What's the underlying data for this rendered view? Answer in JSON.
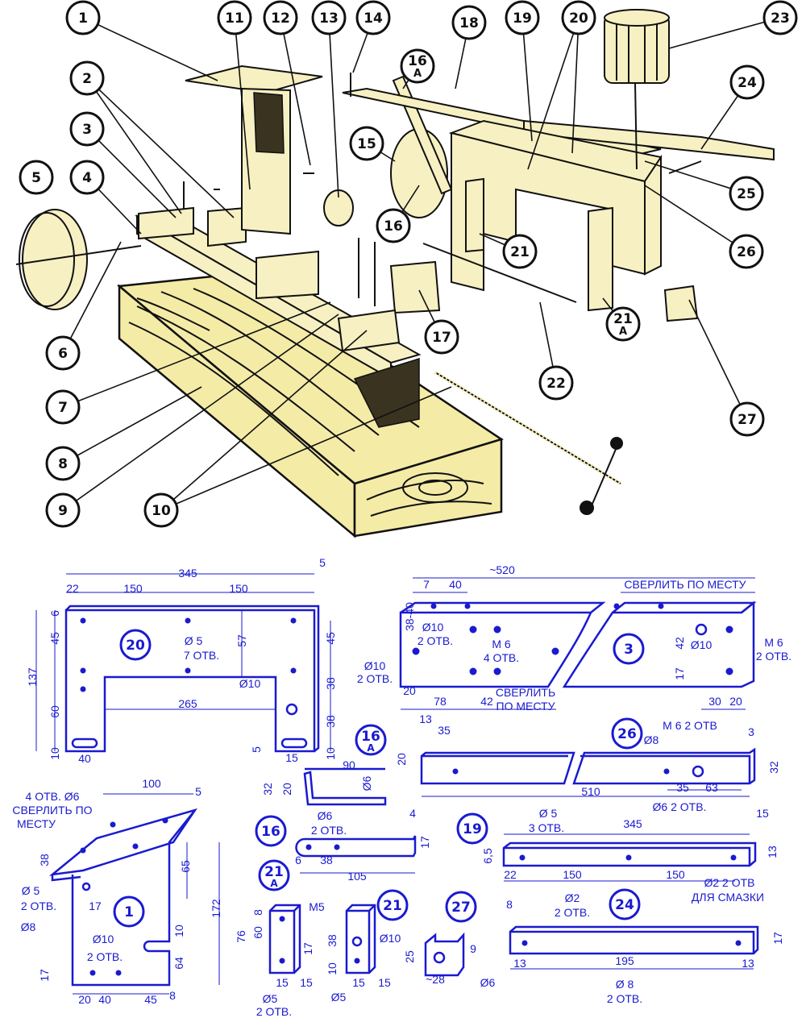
{
  "colors": {
    "ink": "#111111",
    "wood": "#f4eba6",
    "blueprint": "#1a1ad0"
  },
  "callouts": [
    {
      "num": "1"
    },
    {
      "num": "11"
    },
    {
      "num": "12"
    },
    {
      "num": "13"
    },
    {
      "num": "14"
    },
    {
      "num": "18"
    },
    {
      "num": "19"
    },
    {
      "num": "20"
    },
    {
      "num": "23"
    },
    {
      "num": "16",
      "sub": "A"
    },
    {
      "num": "2"
    },
    {
      "num": "24"
    },
    {
      "num": "3"
    },
    {
      "num": "15"
    },
    {
      "num": "5"
    },
    {
      "num": "4"
    },
    {
      "num": "25"
    },
    {
      "num": "16"
    },
    {
      "num": "21"
    },
    {
      "num": "26"
    },
    {
      "num": "17"
    },
    {
      "num": "6"
    },
    {
      "num": "21",
      "sub": "A"
    },
    {
      "num": "22"
    },
    {
      "num": "7"
    },
    {
      "num": "27"
    },
    {
      "num": "8"
    },
    {
      "num": "9"
    },
    {
      "num": "10"
    }
  ],
  "parts": {
    "p20": {
      "id": "20",
      "labels": [
        "345",
        "5",
        "22",
        "150",
        "150",
        "137",
        "6",
        "45",
        "60",
        "10",
        "Ø 5",
        "7 ОТВ.",
        "57",
        "Ø10",
        "265",
        "45",
        "38",
        "38",
        "10",
        "5",
        "15",
        "40"
      ]
    },
    "p3": {
      "id": "3",
      "labels": [
        "~520",
        "7",
        "40",
        "СВЕРЛИТЬ ПО МЕСТУ",
        "38-40",
        "Ø10",
        "2 ОТВ.",
        "M 6",
        "4 ОТВ.",
        "Ø10",
        "2 ОТВ.",
        "20",
        "78",
        "42",
        "СВЕРЛИТЬ",
        "ПО МЕСТУ",
        "42",
        "17",
        "Ø10",
        "M 6",
        "2 ОТВ.",
        "30",
        "20"
      ]
    },
    "p26": {
      "id": "26",
      "labels": [
        "13",
        "35",
        "20",
        "M 6  2 ОТВ",
        "Ø8",
        "3",
        "32",
        "510",
        "35",
        "63",
        "Ø6  2 ОТВ."
      ]
    },
    "p16a": {
      "id": "16",
      "sub": "A",
      "labels": [
        "90",
        "32",
        "20",
        "Ø6"
      ]
    },
    "p16": {
      "id": "16",
      "labels": [
        "Ø6",
        "2 ОТВ.",
        "4",
        "17",
        "6",
        "38",
        "105"
      ]
    },
    "p1": {
      "id": "1",
      "labels": [
        "100",
        "4 ОТВ. Ø6",
        "СВЕРЛИТЬ ПО",
        "МЕСТУ",
        "5",
        "38",
        "65",
        "172",
        "Ø 5",
        "2 ОТВ.",
        "17",
        "Ø8",
        "Ø10",
        "2 ОТВ.",
        "10",
        "64",
        "17",
        "20",
        "40",
        "45",
        "8"
      ]
    },
    "p21a": {
      "id": "21",
      "sub": "A",
      "labels": [
        "76",
        "60",
        "8",
        "M5",
        "17",
        "15",
        "15",
        "Ø5",
        "2 ОТВ."
      ]
    },
    "p21": {
      "id": "21",
      "labels": [
        "38",
        "10",
        "Ø10",
        "15",
        "15",
        "Ø5"
      ]
    },
    "p27": {
      "id": "27",
      "labels": [
        "25",
        "9",
        "~28",
        "Ø6",
        "8"
      ]
    },
    "p19": {
      "id": "19",
      "labels": [
        "Ø 5",
        "3 ОТВ.",
        "345",
        "15",
        "6,5",
        "13",
        "22",
        "150",
        "150",
        "Ø2  2 ОТВ",
        "ДЛЯ СМАЗКИ"
      ]
    },
    "p24": {
      "id": "24",
      "labels": [
        "Ø2",
        "2 ОТВ.",
        "17",
        "13",
        "195",
        "13",
        "Ø 8",
        "2 ОТВ."
      ]
    }
  }
}
